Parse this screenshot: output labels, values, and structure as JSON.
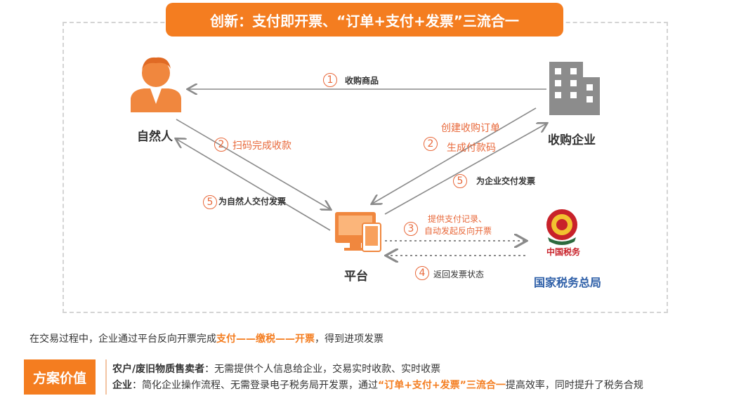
{
  "title": "创新：支付即开票、“订单+支付+发票”三流合一",
  "nodes": {
    "person": "自然人",
    "enterprise": "收购企业",
    "platform": "平台",
    "tax_bureau": "国家税务总局",
    "tax_logo_text": "中国税务"
  },
  "steps": {
    "s1": {
      "num": "1",
      "label": "收购商品"
    },
    "s2a": {
      "num": "2",
      "label": "扫码完成收款"
    },
    "s2b": {
      "num": "2",
      "label_line1": "创建收购订单",
      "label_line2": "生成付款码"
    },
    "s3": {
      "num": "3",
      "label_line1": "提供支付记录、",
      "label_line2": "自动发起反向开票"
    },
    "s4": {
      "num": "4",
      "label": "返回发票状态"
    },
    "s5a": {
      "num": "5",
      "label": "为自然人交付发票"
    },
    "s5b": {
      "num": "5",
      "label": "为企业交付发票"
    }
  },
  "note": {
    "prefix": "在交易过程中，企业通过平台反向开票完成",
    "highlight": "支付——缴税——开票",
    "suffix": "，得到进项发票"
  },
  "value": {
    "badge": "方案价值",
    "line1_bold": "农户/废旧物质售卖者",
    "line1_text": "：无需提供个人信息给企业，交易实时收款、实时收票",
    "line2_bold": "企业",
    "line2_text": "：简化企业操作流程、无需登录电子税务局开发票，通过",
    "line2_highlight": "“订单+支付+发票”三流合一",
    "line2_suffix": "提高效率，同时提升了税务合规"
  },
  "colors": {
    "accent": "#f47d20",
    "tax_blue": "#2e5fa8",
    "arrow": "#8a8a8a"
  }
}
